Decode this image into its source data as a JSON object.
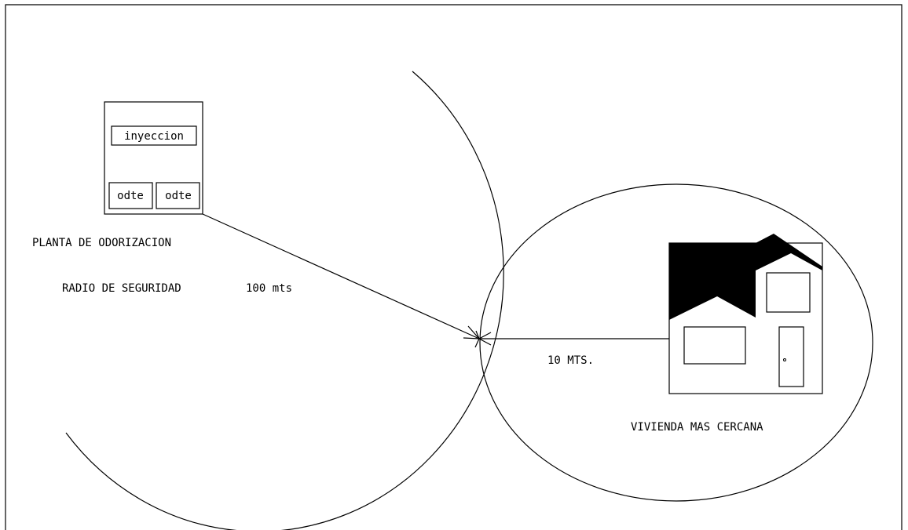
{
  "plant": {
    "injection_label": "inyeccion",
    "odte_left_label": "odte",
    "odte_right_label": "odte",
    "title": "PLANTA DE ODORIZACION"
  },
  "safety": {
    "radius_label": "RADIO DE SEGURIDAD",
    "radius_value": "100 mts"
  },
  "distance_label": "10 MTS.",
  "house": {
    "label": "VIVIENDA MAS CERCANA"
  }
}
